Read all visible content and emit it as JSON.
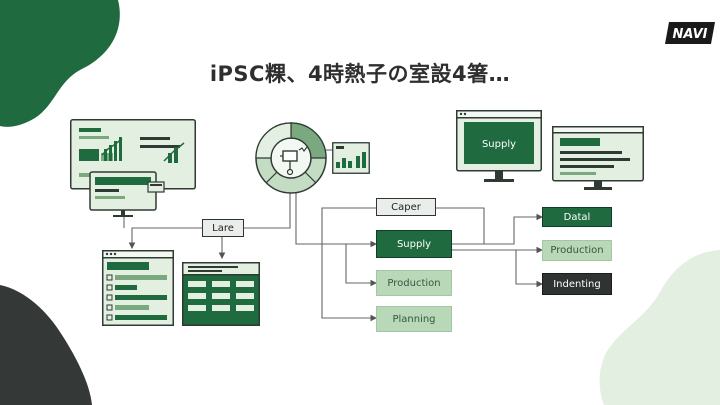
{
  "title": "iPSC粿、4時熱子の室設4箸…",
  "logo_text": "NAVI",
  "boxes": {
    "lare": "Lare",
    "caper": "Caper",
    "supply_center": "Supply",
    "production_center": "Production",
    "planning": "Planning",
    "datal": "Datal",
    "production_right": "Production",
    "indenting": "Indenting",
    "supply_monitor": "Supply"
  },
  "colors": {
    "dark_green": "#1f6a3f",
    "light_green": "#b9d8b8",
    "charcoal": "#2f3331",
    "pale_green": "#e3efe1"
  }
}
